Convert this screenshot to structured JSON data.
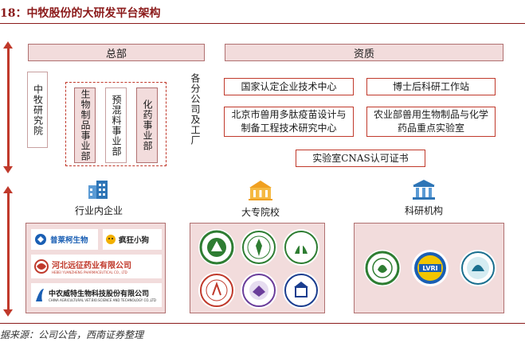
{
  "title": "18：中牧股份的大研发平台架构",
  "source": "据来源：公司公告，西南证券整理",
  "headquarters": {
    "label": "总部",
    "items": [
      "中牧研究院",
      "生物制品事业部",
      "预混料事业部",
      "化药事业部",
      "各分公司及工厂"
    ]
  },
  "qualifications": {
    "label": "资质",
    "items": [
      "国家认定企业技术中心",
      "博士后科研工作站",
      "北京市兽用多肽疫苗设计与制备工程技术研究中心",
      "农业部兽用生物制品与化学药品重点实验室",
      "实验室CNAS认可证书"
    ]
  },
  "categories": [
    {
      "label": "行业内企业",
      "icon": "office-building-icon"
    },
    {
      "label": "大专院校",
      "icon": "university-icon"
    },
    {
      "label": "科研机构",
      "icon": "research-institute-icon"
    }
  ],
  "industry_logos": [
    {
      "name": "普莱柯生物",
      "color": "#1a5fb4"
    },
    {
      "name": "疯狂小狗",
      "color": "#222222"
    },
    {
      "name": "河北远征药业有限公司",
      "sub": "HEBEI YUANZHENG PHARMACEUTICAL CO., LTD",
      "color": "#c0392b"
    },
    {
      "name": "中农威特生物科技股份有限公司",
      "sub": "CHINA AGRICULTURAL VET.BIO.SCIENCE AND TECHNOLOGY CO.,LTD",
      "color": "#1a1a1a"
    }
  ],
  "university_seals": [
    {
      "icon": "university-seal-1-icon",
      "color": "#2e7d32"
    },
    {
      "icon": "university-seal-2-icon",
      "color": "#2e7d32"
    },
    {
      "icon": "university-seal-3-icon",
      "color": "#2e7d32"
    },
    {
      "icon": "university-seal-4-icon",
      "color": "#c0392b"
    },
    {
      "icon": "university-seal-5-icon",
      "color": "#6a3d9a"
    },
    {
      "icon": "university-seal-6-icon",
      "color": "#1a3d8f"
    }
  ],
  "research_seals": [
    {
      "icon": "research-seal-1-icon",
      "color": "#2e7d32"
    },
    {
      "name": "LVRI",
      "icon": "lvri-seal-icon",
      "color": "#1a5fb4"
    },
    {
      "icon": "research-seal-3-icon",
      "color": "#1a6f8f"
    }
  ],
  "colors": {
    "accent": "#c0392b",
    "title": "#8b1a1a",
    "fill": "#f2dcdc"
  }
}
